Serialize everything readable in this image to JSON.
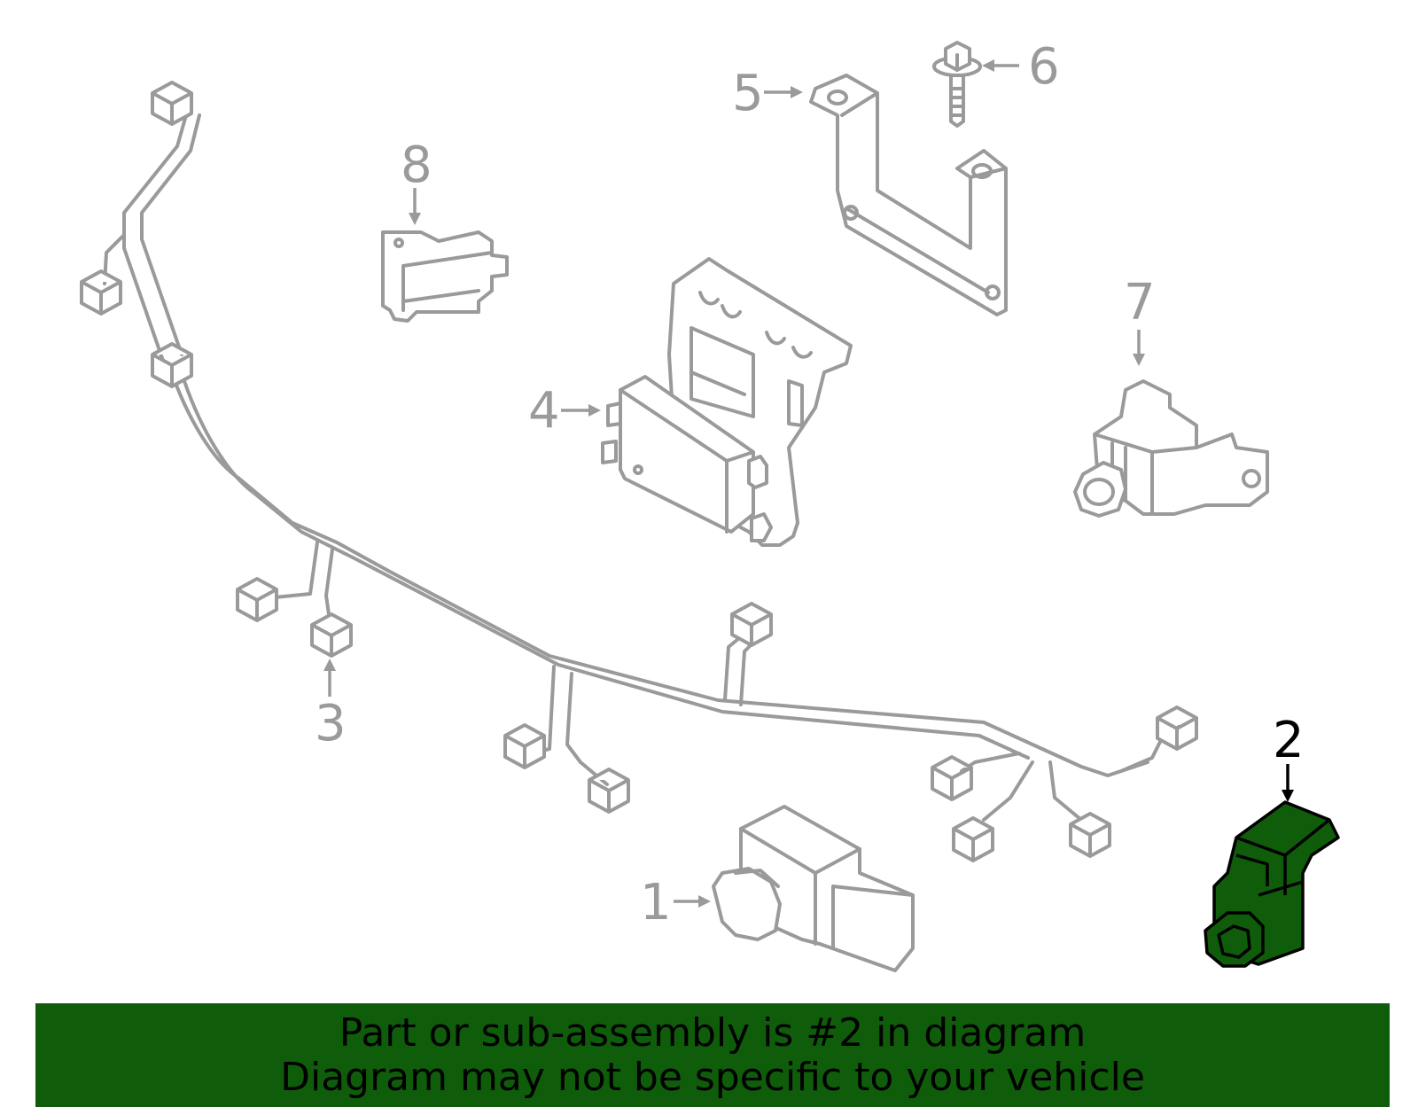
{
  "callouts": [
    {
      "id": "1",
      "label": "1"
    },
    {
      "id": "2",
      "label": "2"
    },
    {
      "id": "3",
      "label": "3"
    },
    {
      "id": "4",
      "label": "4"
    },
    {
      "id": "5",
      "label": "5"
    },
    {
      "id": "6",
      "label": "6"
    },
    {
      "id": "7",
      "label": "7"
    },
    {
      "id": "8",
      "label": "8"
    }
  ],
  "highlighted_part": "2",
  "colors": {
    "highlight": "#0f5d0a",
    "banner": "#0f5d0a",
    "line": "#9a9a9a"
  },
  "banner": {
    "line1": "Part or sub-assembly is #2 in diagram",
    "line2": "Diagram may not be specific to your vehicle"
  }
}
